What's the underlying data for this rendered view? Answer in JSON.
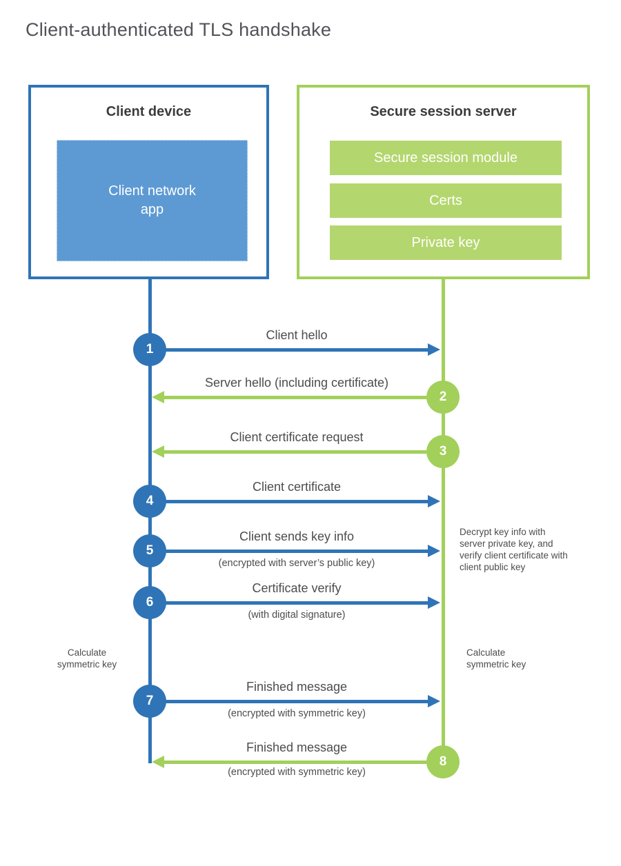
{
  "title": "Client-authenticated TLS handshake",
  "client": {
    "title": "Client device",
    "app": "Client network app"
  },
  "server": {
    "title": "Secure session server",
    "modules": [
      "Secure session module",
      "Certs",
      "Private key"
    ]
  },
  "steps": [
    {
      "num": "1",
      "from": "client",
      "label": "Client hello",
      "sub": ""
    },
    {
      "num": "2",
      "from": "server",
      "label": "Server hello (including certificate)",
      "sub": ""
    },
    {
      "num": "3",
      "from": "server",
      "label": "Client certificate request",
      "sub": ""
    },
    {
      "num": "4",
      "from": "client",
      "label": "Client certificate",
      "sub": ""
    },
    {
      "num": "5",
      "from": "client",
      "label": "Client sends key info",
      "sub": "(encrypted with server’s public key)"
    },
    {
      "num": "6",
      "from": "client",
      "label": "Certificate verify",
      "sub": "(with digital signature)"
    },
    {
      "num": "7",
      "from": "client",
      "label": "Finished message",
      "sub": "(encrypted with symmetric key)"
    },
    {
      "num": "8",
      "from": "server",
      "label": "Finished message",
      "sub": "(encrypted with symmetric key)"
    }
  ],
  "notes": {
    "decrypt": "Decrypt key info with server private key, and verify client certificate with client public key",
    "calc_client": "Calculate symmetric key",
    "calc_server": "Calculate symmetric key"
  },
  "colors": {
    "client_accent": "#2f74b6",
    "client_fill": "#5d9ad3",
    "server_accent": "#a2d05a",
    "server_fill": "#b4d66e"
  }
}
